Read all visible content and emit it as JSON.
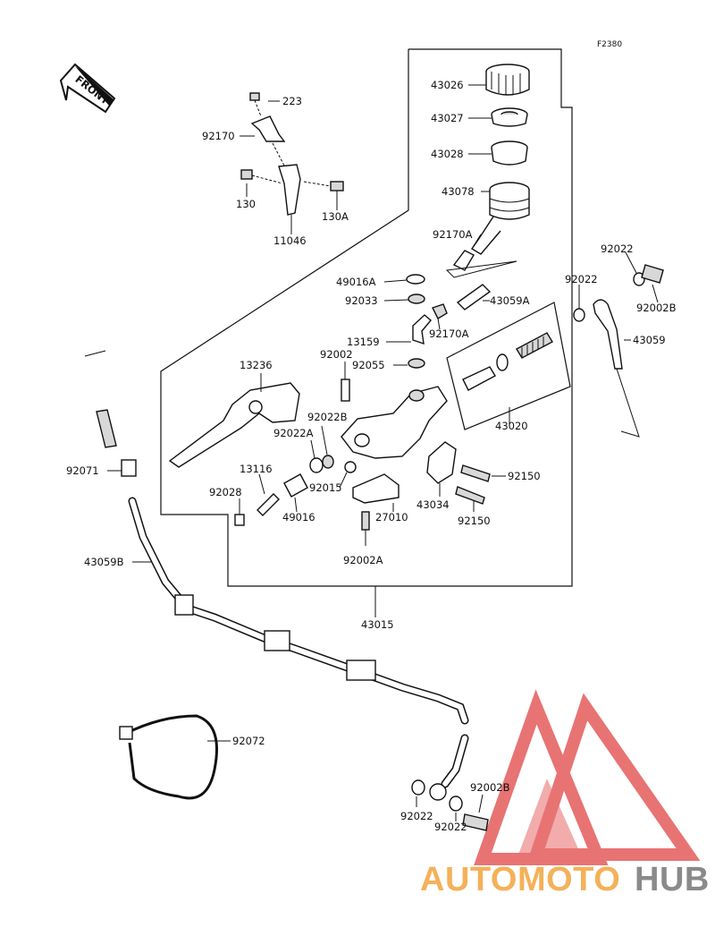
{
  "diagram_code": "F2380",
  "front_badge": "FRONT",
  "watermark": {
    "left_text": "AUTOMOTO",
    "right_text": "HUB",
    "left_color": "#f4b15a",
    "right_color": "#8a8a8a",
    "logo_color": "#e45b5b"
  },
  "labels": {
    "p223": "223",
    "p92170": "92170",
    "p130": "130",
    "p130A": "130A",
    "p11046": "11046",
    "p43026": "43026",
    "p43027": "43027",
    "p43028": "43028",
    "p43078": "43078",
    "p92170A_top": "92170A",
    "p49016A": "49016A",
    "p92033": "92033",
    "p43059A": "43059A",
    "p13159": "13159",
    "p92170A": "92170A",
    "p92002": "92002",
    "p92055": "92055",
    "p13236": "13236",
    "p92022B": "92022B",
    "p92022A": "92022A",
    "p13116": "13116",
    "p92015": "92015",
    "p92028": "92028",
    "p49016": "49016",
    "p27010": "27010",
    "p92002A": "92002A",
    "p43034": "43034",
    "p92150_a": "92150",
    "p92150_b": "92150",
    "p43020": "43020",
    "p43015": "43015",
    "p92022_r1": "92022",
    "p92022_r2": "92022",
    "p92002B_r": "92002B",
    "p43059": "43059",
    "p92071": "92071",
    "p43059B": "43059B",
    "p92072": "92072",
    "p92002B_b": "92002B",
    "p92022_b1": "92022",
    "p92022_b2": "92022"
  }
}
